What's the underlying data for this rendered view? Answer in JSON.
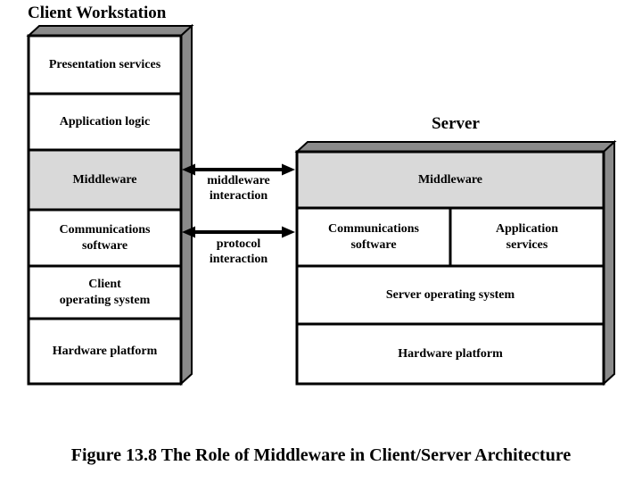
{
  "caption": "Figure 13.8 The Role of Middleware in Client/Server Architecture",
  "client": {
    "title": "Client Workstation",
    "layers": [
      {
        "label": "Presentation services"
      },
      {
        "label": "Application logic"
      },
      {
        "label": "Middleware"
      },
      {
        "label": "Communications\nsoftware"
      },
      {
        "label": "Client\noperating system"
      },
      {
        "label": "Hardware platform"
      }
    ]
  },
  "server": {
    "title": "Server",
    "layers": [
      {
        "label": "Middleware"
      },
      {
        "label": "Communications\nsoftware"
      },
      {
        "label": "Application\nservices"
      },
      {
        "label": "Server operating system"
      },
      {
        "label": "Hardware platform"
      }
    ]
  },
  "connections": [
    {
      "label": "middleware\ninteraction"
    },
    {
      "label": "protocol\ninteraction"
    }
  ],
  "colors": {
    "highlight_fill": "#d9d9d9",
    "extrusion_fill": "#8a8a8a",
    "line": "#000000",
    "background": "#ffffff"
  }
}
